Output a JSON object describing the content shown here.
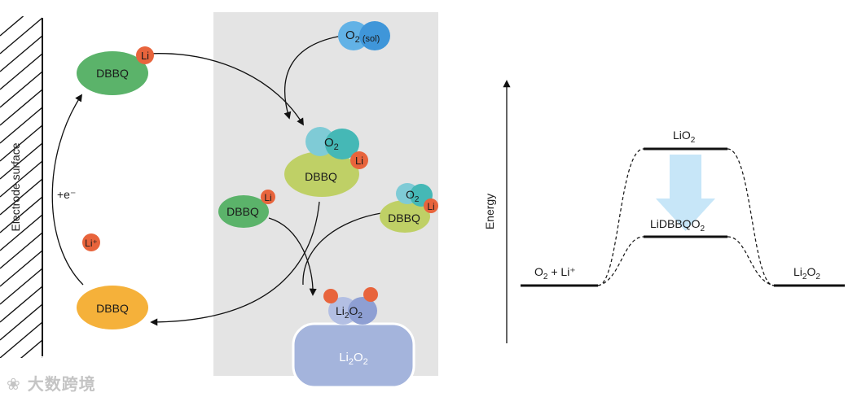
{
  "left_diagram": {
    "electrode_label": "Electrode surface",
    "electron_label": "+e⁻",
    "li_ion_label": "Li⁺",
    "dbbq_top": {
      "label": "DBBQ",
      "li_label": "Li"
    },
    "dbbq_bottom": {
      "label": "DBBQ"
    },
    "o2_sol": {
      "base": "O",
      "sub": "2",
      "suffix": " (sol)"
    },
    "complex_center": {
      "o2_base": "O",
      "o2_sub": "2",
      "dbbq_label": "DBBQ",
      "li_label": "Li"
    },
    "dbbq_li_small": {
      "label": "DBBQ",
      "li_label": "Li"
    },
    "complex_right": {
      "o2_base": "O",
      "o2_sub": "2",
      "dbbq_label": "DBBQ",
      "li_label": "Li"
    },
    "li2o2_cluster": {
      "a": "Li",
      "a_sub": "2",
      "b": "O",
      "b_sub": "2"
    },
    "li2o2_solid": {
      "a": "Li",
      "a_sub": "2",
      "b": "O",
      "b_sub": "2"
    },
    "colors": {
      "green_dark": "#5bb36a",
      "green_olive": "#bfd066",
      "orange": "#f5b13a",
      "li_red": "#e8643c",
      "o2_blue": "#62b2e6",
      "o2_teal": "#45b8b6",
      "panel_gray": "#e4e4e4",
      "solid_lavender": "#a4b4dc"
    }
  },
  "energy_diagram": {
    "y_axis_label": "Energy",
    "levels": {
      "reactants": {
        "text": "O",
        "sub": "2",
        "rest": " + Li⁺"
      },
      "lio2": {
        "text": "LiO",
        "sub": "2"
      },
      "lidbbqo2": {
        "text": "LiDBBQO",
        "sub": "2"
      },
      "product": {
        "text": "Li",
        "sub": "2",
        "rest": "O",
        "sub2": "2"
      }
    },
    "arrow_color": "#c7e6f8"
  },
  "watermark": "大数跨境"
}
